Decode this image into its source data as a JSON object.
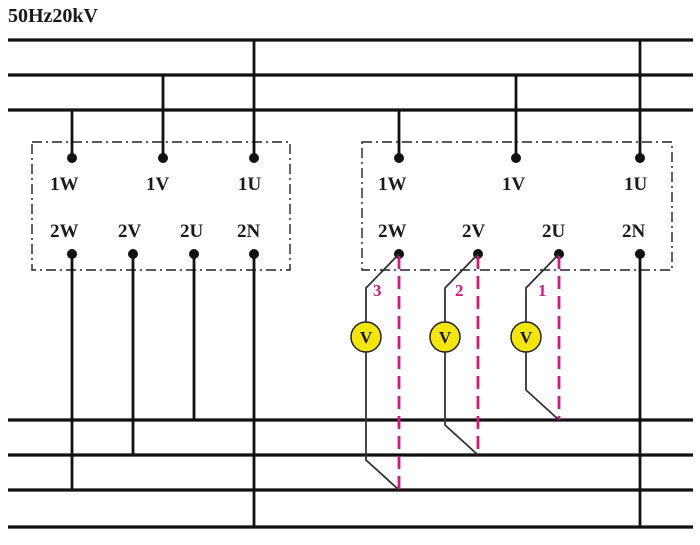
{
  "title": "50Hz20kV",
  "transformers": [
    {
      "primary": [
        "1W",
        "1V",
        "1U"
      ],
      "secondary": [
        "2W",
        "2V",
        "2U",
        "2N"
      ]
    },
    {
      "primary": [
        "1W",
        "1V",
        "1U"
      ],
      "secondary": [
        "2W",
        "2V",
        "2U",
        "2N"
      ]
    }
  ],
  "measurements": [
    {
      "label": "3",
      "meter": "V"
    },
    {
      "label": "2",
      "meter": "V"
    },
    {
      "label": "1",
      "meter": "V"
    }
  ],
  "colors": {
    "line": "#111111",
    "dashed_link": "#d0187f",
    "voltmeter_fill": "#f4e60a"
  }
}
